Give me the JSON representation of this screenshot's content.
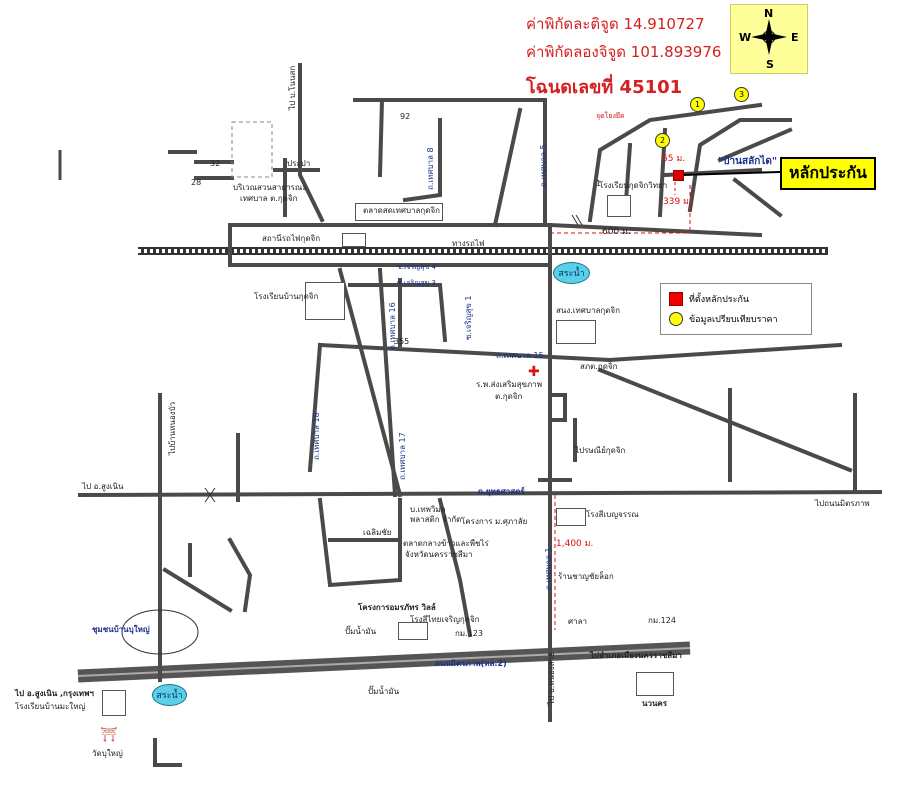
{
  "header": {
    "lat_label": "ค่าพิกัดละติจูด 14.910727",
    "lon_label": "ค่าพิกัดลองจิจูด 101.893976",
    "deed_label": "โฉนดเลขที่ 45101"
  },
  "compass": {
    "n": "N",
    "s": "S",
    "e": "E",
    "w": "W"
  },
  "marker": {
    "label": "หลักประกัน",
    "village": "\"บ้านสลักได\"",
    "color": "#e00000"
  },
  "legend": {
    "items": [
      {
        "label": "ที่ตั้งหลักประกัน",
        "symbol": "red-square"
      },
      {
        "label": "ข้อมูลเปรียบเทียบราคา",
        "symbol": "yellow-circle"
      }
    ]
  },
  "comparables": [
    "1",
    "2",
    "3"
  ],
  "distances": {
    "d65": "65 ม.",
    "d339": "339 ม.",
    "d600": "600 ม.",
    "d1400": "1,400 ม."
  },
  "roads": {
    "railway": "ทางรถไฟ",
    "yutthasat": "ถ.ยุทธศาสตร์",
    "mittraphap": "ถนนมิตรภาพ(ทล.2)",
    "thesaban15": "ถ.เทศบาล 15",
    "thesaban1": "ถ.เทศบาล 1",
    "thesaban5": "ถ.เทศบาล 5",
    "thesaban8": "ถ.เทศบาล 8",
    "thesaban16": "ถ.เทศบาล 16",
    "thesaban17": "ถ.เทศบาล 17",
    "thesaban18": "ถ.เทศบาล 18",
    "charoensuk1": "ซ.เจริญสุข 1",
    "charoensuk3": "ซ.เจริญสุข 3",
    "charoensuk4": "ซ.เจริญสุข 4"
  },
  "directions": {
    "to_sungnoen": "ไป อ.สูงเนิน",
    "to_nongbua": "ไปบ้านหนองบัว",
    "to_mittraphap": "ไปถนนมิตรภาพ",
    "to_korat": "ไปอำเภอเมืองนครราชสีมา",
    "to_bkk": "ไป อ.สูงเนิน ,กรุงเทพฯ",
    "to_nongsai": "ไป บ.หนองสาย",
    "to_bansok": "ไป บ.โนนสก"
  },
  "places": {
    "station": "สถานีรถไฟกุดจิก",
    "market": "ตลาดสดเทศบาลกุดจิก",
    "park": "บริเวณสวนสาธารณะ",
    "park2": "เทศบาล ต.กุดจิก",
    "school_kudjik": "โรงเรียนบ้านกุดจิก",
    "school_kudjik_wit": "โรงเรียนกุดจิกวิทยา",
    "municipal": "สนง.เทศบาลกุดจิก",
    "police": "สภต.กุดจิก",
    "hospital": "ร.พ.ส่งเสริมสุขภาพ",
    "hospital2": "ต.กุดจิก",
    "post": "ไปรษณีย์กุดจิก",
    "factory1": "โรงสีเบญจรรณ",
    "rice_mill": "โรงสีไทยเจริญกุดจิก",
    "school_ban_mueang": "โรงเรียนบ้านมะใหญ่",
    "temple": "วัดบุใหญ่",
    "community": "ชุมชนบ้านบุใหญ่",
    "project": "โครงการอมรภัทร วิลล์",
    "gas1": "ปั๊มน้ำมัน",
    "gas2": "ปั๊มน้ำมัน",
    "nawanakorn": "นวนคร",
    "sala": "ศาลา",
    "km123": "กม.123",
    "km124": "กม.124",
    "pond": "สระน้ำ",
    "zone": "จุดโยงยึด",
    "shop": "ร้านชาญชัยล็อก",
    "checkpoint": "ประปา",
    "coop": "บ.เทพวิมล",
    "coop2": "พลาสติก จำกัด",
    "kamsai": "โครงการ ม.ศุภาลัย",
    "talad_klang": "ตลาดกลางข้าวและพืชไร่",
    "korat_prov": "จังหวัดนครราชสีมา",
    "num92": "92",
    "num355": "355",
    "num32": "32",
    "num28": "28",
    "num1": "1",
    "sibsong": "เฉลิมชัย"
  }
}
